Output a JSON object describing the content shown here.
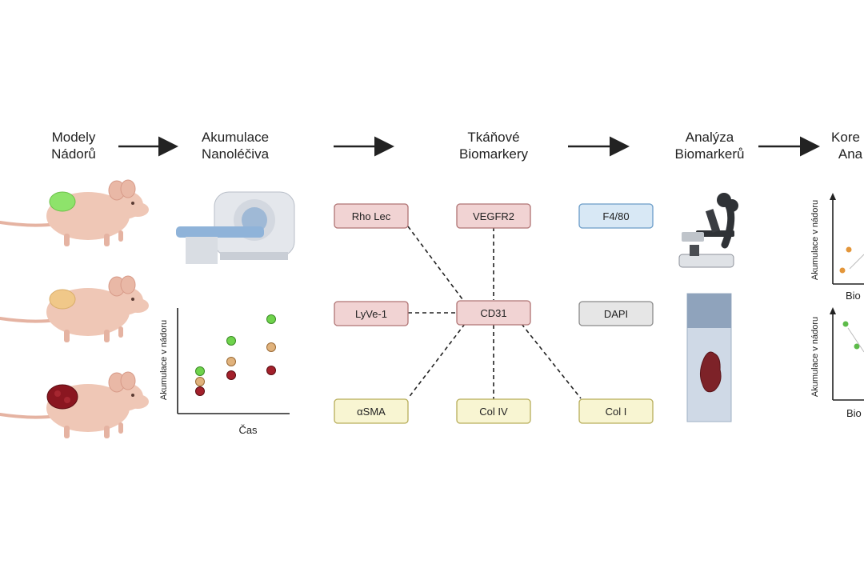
{
  "steps": [
    {
      "label_line1": "Modely",
      "label_line2": "Nádorů"
    },
    {
      "label_line1": "Akumulace",
      "label_line2": "Nanoléčiva"
    },
    {
      "label_line1": "Tkáňové",
      "label_line2": "Biomarkery"
    },
    {
      "label_line1": "Analýza",
      "label_line2": "Biomarkerů"
    },
    {
      "label_line1": "Kore",
      "label_line2": "Ana"
    }
  ],
  "accumulation_plot": {
    "ylabel": "Akumulace v nádoru",
    "xlabel": "Čas",
    "series_colors": {
      "green": "#6fd34c",
      "tan": "#e0b27c",
      "red": "#a3202b"
    }
  },
  "biomarkers": {
    "left": [
      "Rho Lec",
      "LyVe-1",
      "αSMA"
    ],
    "center": [
      "VEGFR2",
      "CD31",
      "Col IV"
    ],
    "right": [
      "F4/80",
      "DAPI",
      "Col I"
    ]
  },
  "correlation_plots": [
    {
      "ylabel": "Akumulace v nádoru",
      "xlabel": "Bio"
    },
    {
      "ylabel": "Akumulace v nádoru",
      "xlabel": "Bio"
    }
  ],
  "colors": {
    "red_box_fill": "#f1d3d3",
    "red_box_stroke": "#b07474",
    "blue_box_fill": "#d8e8f5",
    "blue_box_stroke": "#6a9cc8",
    "gray_box_fill": "#e6e6e6",
    "gray_box_stroke": "#8a8a8a",
    "yellow_box_fill": "#f8f5d2",
    "yellow_box_stroke": "#b7ad5a",
    "tumor_green": "#8ee36b",
    "tumor_tan": "#f0c889",
    "tumor_red": "#8a1620",
    "mouse_skin": "#efc7b6"
  }
}
